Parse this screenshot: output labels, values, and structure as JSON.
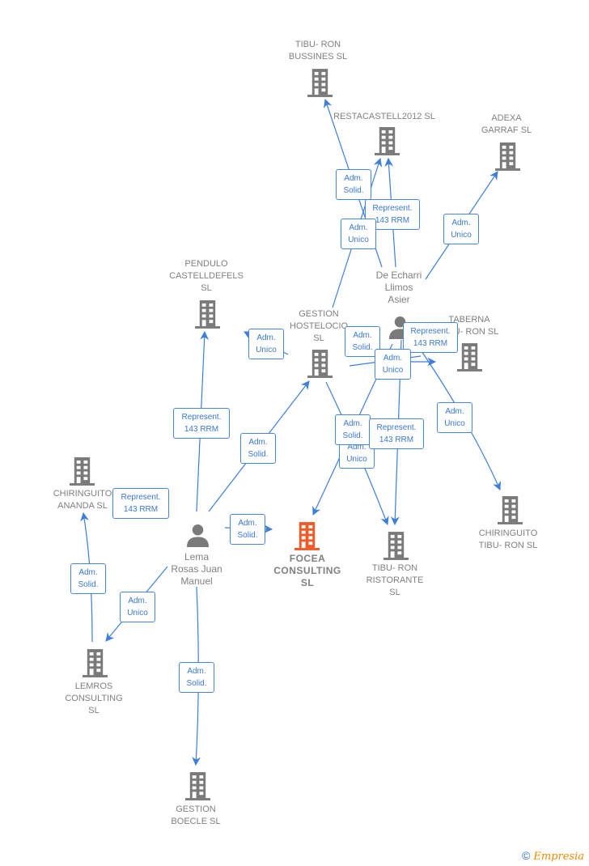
{
  "colors": {
    "edge": "#3d7fd9",
    "node": "#7a7a7a",
    "focus": "#f05a28",
    "label_text": "#808080"
  },
  "nodes": [
    {
      "id": "tibu-ron-bussines",
      "type": "company",
      "name": "TIBU- RON\nBUSSINES  SL"
    },
    {
      "id": "restacastell2012",
      "type": "company",
      "name": "RESTACASTELL2012 SL"
    },
    {
      "id": "adexa-garraf",
      "type": "company",
      "name": "ADEXA\nGARRAF  SL"
    },
    {
      "id": "de-echarri",
      "type": "person",
      "name": "De Echarri\nLlimos\nAsier"
    },
    {
      "id": "pendulo",
      "type": "company",
      "name": "PENDULO\nCASTELLDEFELS\nSL"
    },
    {
      "id": "gestion-hostelocio",
      "type": "company",
      "name": "GESTION\nHOSTELOCIO\nSL"
    },
    {
      "id": "taberna-tibu-ron",
      "type": "company",
      "name": "TABERNA\nTIBU- RON  SL"
    },
    {
      "id": "chiringuito-ananda",
      "type": "company",
      "name": "CHIRINGUITO\nANANDA  SL"
    },
    {
      "id": "lema-rosas",
      "type": "person",
      "name": "Lema\nRosas Juan\nManuel"
    },
    {
      "id": "focea",
      "type": "company",
      "focus": true,
      "name": "FOCEA\nCONSULTING\nSL"
    },
    {
      "id": "tibu-ron-ristorante",
      "type": "company",
      "name": "TIBU- RON\nRISTORANTE\nSL"
    },
    {
      "id": "chiringuito-tibu-ron",
      "type": "company",
      "name": "CHIRINGUITO\nTIBU- RON  SL"
    },
    {
      "id": "lemros",
      "type": "company",
      "name": "LEMROS\nCONSULTING\nSL"
    },
    {
      "id": "gestion-boecle",
      "type": "company",
      "name": "GESTION\nBOECLE  SL"
    }
  ],
  "relations": [
    {
      "label": "Adm.\nSolid.",
      "from": "de-echarri",
      "to": "tibu-ron-bussines"
    },
    {
      "label": "Represent.\n143 RRM",
      "from": "de-echarri",
      "to": "restacastell2012"
    },
    {
      "label": "Adm.\nUnico",
      "from": "gestion-hostelocio",
      "to": "restacastell2012"
    },
    {
      "label": "Adm.\nUnico",
      "from": "de-echarri",
      "to": "adexa-garraf"
    },
    {
      "label": "Adm.\nUnico",
      "from": "gestion-hostelocio",
      "to": "pendulo"
    },
    {
      "label": "Adm.\nSolid.",
      "from": "de-echarri",
      "to": "gestion-hostelocio"
    },
    {
      "label": "Represent.\n143 RRM",
      "from": "de-echarri",
      "to": "chiringuito-tibu-ron"
    },
    {
      "label": "Adm.\nUnico",
      "from": "gestion-hostelocio",
      "to": "taberna-tibu-ron"
    },
    {
      "label": "Adm.\nUnico",
      "from": "de-echarri",
      "to": "chiringuito-tibu-ron"
    },
    {
      "label": "Represent.\n143 RRM",
      "from": "lema-rosas",
      "to": "pendulo"
    },
    {
      "label": "Adm.\nSolid.",
      "from": "lema-rosas",
      "to": "gestion-hostelocio"
    },
    {
      "label": "Adm.\nSolid.",
      "from": "de-echarri",
      "to": "focea"
    },
    {
      "label": "Represent.\n143 RRM",
      "from": "de-echarri",
      "to": "tibu-ron-ristorante"
    },
    {
      "label": "Adm.\nUnico",
      "from": "gestion-hostelocio",
      "to": "tibu-ron-ristorante"
    },
    {
      "label": "Represent.\n143 RRM",
      "from": "lema-rosas",
      "to": "chiringuito-ananda"
    },
    {
      "label": "Adm.\nSolid.",
      "from": "lema-rosas",
      "to": "focea"
    },
    {
      "label": "Adm.\nSolid.",
      "from": "lemros",
      "to": "chiringuito-ananda"
    },
    {
      "label": "Adm.\nUnico",
      "from": "lema-rosas",
      "to": "lemros"
    },
    {
      "label": "Adm.\nSolid.",
      "from": "lema-rosas",
      "to": "gestion-boecle"
    }
  ],
  "footer": {
    "copyright_symbol": "©",
    "brand": "Empresia"
  }
}
